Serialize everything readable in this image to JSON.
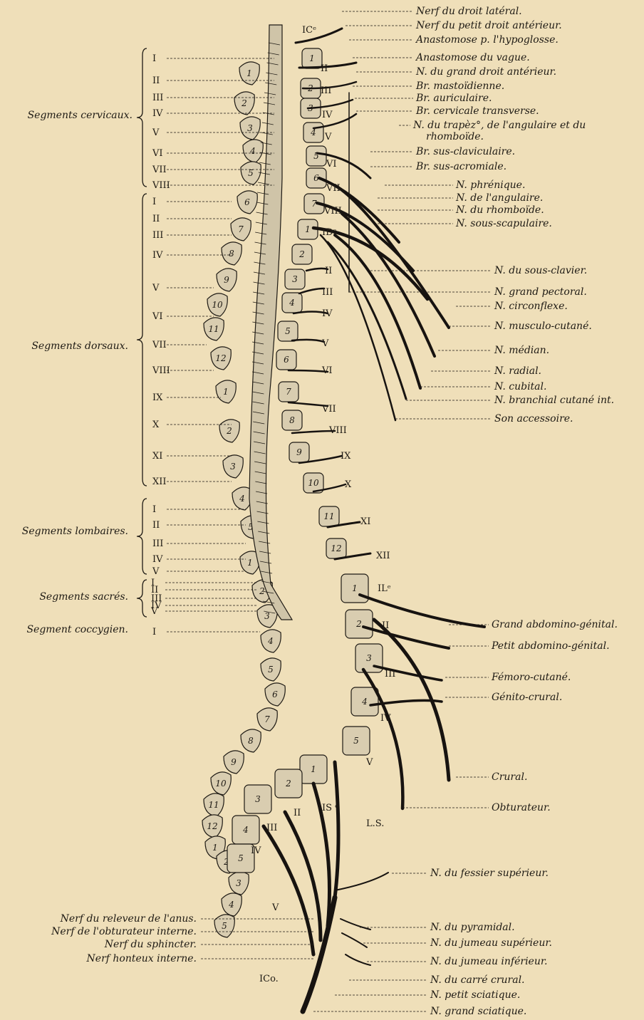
{
  "groups": [
    "Segments cervicaux.",
    "Segments dorsaux.",
    "Segments lombaires.",
    "Segments sacrés.",
    "Segment coccygien."
  ],
  "segments": {
    "cervical": [
      "I",
      "II",
      "III",
      "IV",
      "V",
      "VI",
      "VII",
      "VIII"
    ],
    "dorsal": [
      "I",
      "II",
      "III",
      "IV",
      "V",
      "VI",
      "VII",
      "VIII",
      "IX",
      "X",
      "XI",
      "XII"
    ],
    "lumbar": [
      "I",
      "II",
      "III",
      "IV",
      "V"
    ],
    "sacral": [
      "I",
      "II",
      "III",
      "IV",
      "V"
    ],
    "coccygeal": [
      "I"
    ]
  },
  "nerves_right": [
    "Nerf du droit latéral.",
    "Nerf du petit droit antérieur.",
    "Anastomose p. l'hypoglosse.",
    "Anastomose du vague.",
    "N. du grand droit antérieur.",
    "Br. mastoïdienne.",
    "Br. auriculaire.",
    "Br. cervicale transverse.",
    "N. du trapèz°, de l'angulaire et du",
    "rhomboïde.",
    "Br. sus-claviculaire.",
    "Br. sus-acromiale.",
    "N. phrénique.",
    "N. de l'angulaire.",
    "N. du rhomboïde.",
    "N. sous-scapulaire.",
    "N. du sous-clavier.",
    "N. grand pectoral.",
    "N. circonflexe.",
    "N. musculo-cutané.",
    "N. médian.",
    "N. radial.",
    "N. cubital.",
    "N. branchial cutané int.",
    "Son accessoire.",
    "Grand abdomino-génital.",
    "Petit abdomino-génital.",
    "Fémoro-cutané.",
    "Génito-crural.",
    "Crural.",
    "Obturateur.",
    "N. du fessier supérieur.",
    "N. du pyramidal.",
    "N. du jumeau supérieur.",
    "N. du jumeau inférieur.",
    "N. du carré crural.",
    "N. petit sciatique.",
    "N. grand sciatique."
  ],
  "nerves_left": [
    "Nerf du releveur de l'anus.",
    "Nerf de l'obturateur interne.",
    "Nerf du sphincter.",
    "Nerf honteux interne."
  ],
  "root_labels": [
    "ICᵉ",
    "IDᵉ",
    "ILᵉ",
    "IS ᵉ",
    "L.S.",
    "ICo."
  ],
  "vertebra_numbers_left": [
    "1",
    "2",
    "3",
    "4",
    "5",
    "6",
    "7",
    "8",
    "9",
    "10",
    "11",
    "12",
    "1",
    "2",
    "3",
    "4",
    "5",
    "1",
    "2",
    "3",
    "4",
    "5",
    "6",
    "7",
    "8",
    "9",
    "10",
    "11",
    "12",
    "1",
    "2",
    "3",
    "4",
    "5"
  ],
  "vertebra_numbers_right": [
    "1",
    "2",
    "3",
    "4",
    "5",
    "6",
    "7",
    "1",
    "2",
    "3",
    "4",
    "5",
    "6",
    "7",
    "8",
    "9",
    "10",
    "11",
    "12",
    "1",
    "2",
    "3",
    "4",
    "5",
    "1",
    "2",
    "3",
    "4",
    "5"
  ],
  "root_numerals_right": [
    "II",
    "III",
    "IV",
    "V",
    "VI",
    "VII",
    "VIII",
    "II",
    "III",
    "IV",
    "V",
    "VI",
    "VII",
    "VIII",
    "IX",
    "X",
    "XI",
    "XII",
    "II",
    "III",
    "IV",
    "V",
    "II",
    "III",
    "IV",
    "V"
  ],
  "colors": {
    "paper": "#efdfb9",
    "ink": "#1e1a14",
    "bone": "#d9cdb0"
  }
}
